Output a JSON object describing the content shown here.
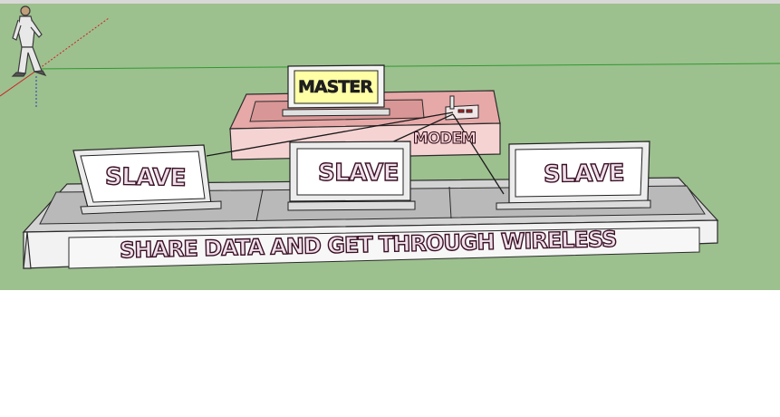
{
  "diagram": {
    "master_label": "MASTER",
    "modem_label": "MODEM",
    "slave_labels": [
      "SLAVE",
      "SLAVE",
      "SLAVE"
    ],
    "banner_text": "SHARE DATA AND GET THROUGH WIRELESS"
  },
  "colors": {
    "ground": "#9dc08f",
    "base_face": "#f2f2f2",
    "base_top": "#d2d2d2",
    "platform_face": "#f5d3d3",
    "platform_top": "#e6a9a9",
    "master_screen": "#ffffa6",
    "label_outline": "#3a0f24"
  }
}
